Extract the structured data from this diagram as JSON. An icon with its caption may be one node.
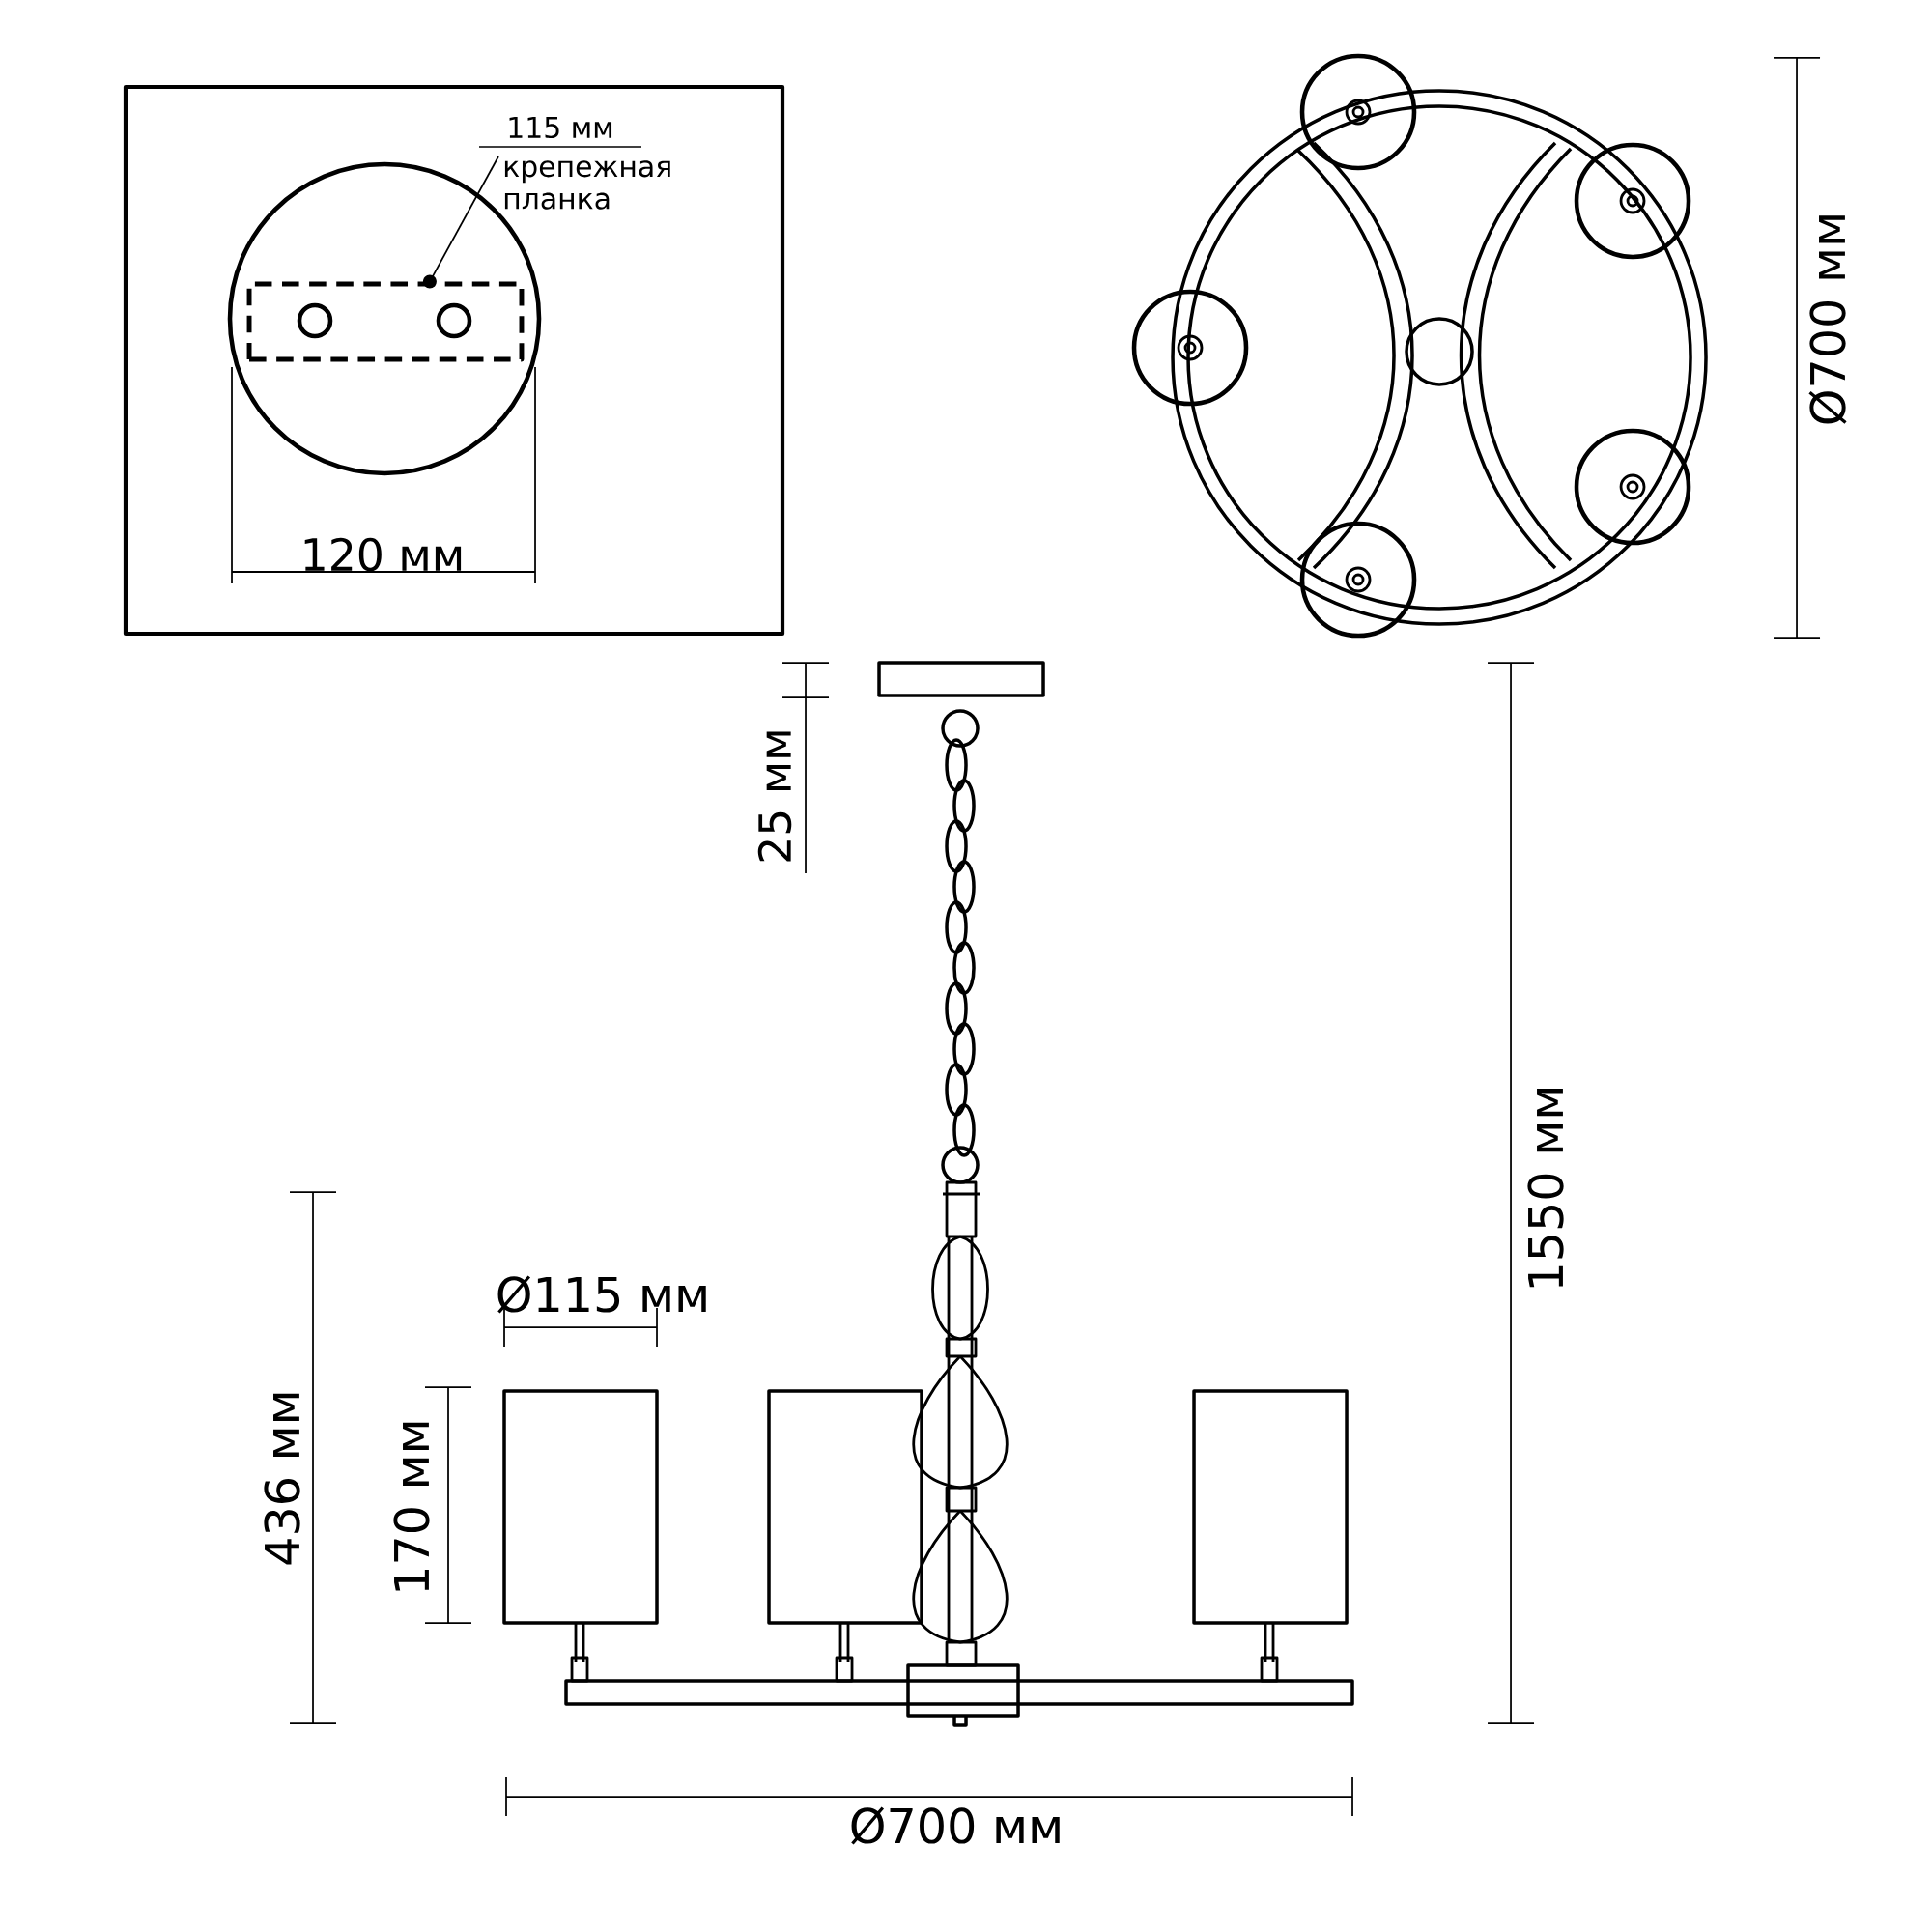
{
  "diagram": {
    "nodes": [
      {
        "text": [
          "крепежная планка"
        ]
      },
      {
        "text": [],
        "shape": "box"
      }
    ],
    "edges": [
      {
        "from": 0,
        "to": 1,
        "arrow": "other"
      }
    ],
    "labels": [
      "115 мм",
      "120 мм",
      "Ø700 мм",
      "25 мм",
      "1550 мм",
      "Ø115 мм",
      "436 мм",
      "170 мм",
      "Ø700 мм"
    ]
  }
}
